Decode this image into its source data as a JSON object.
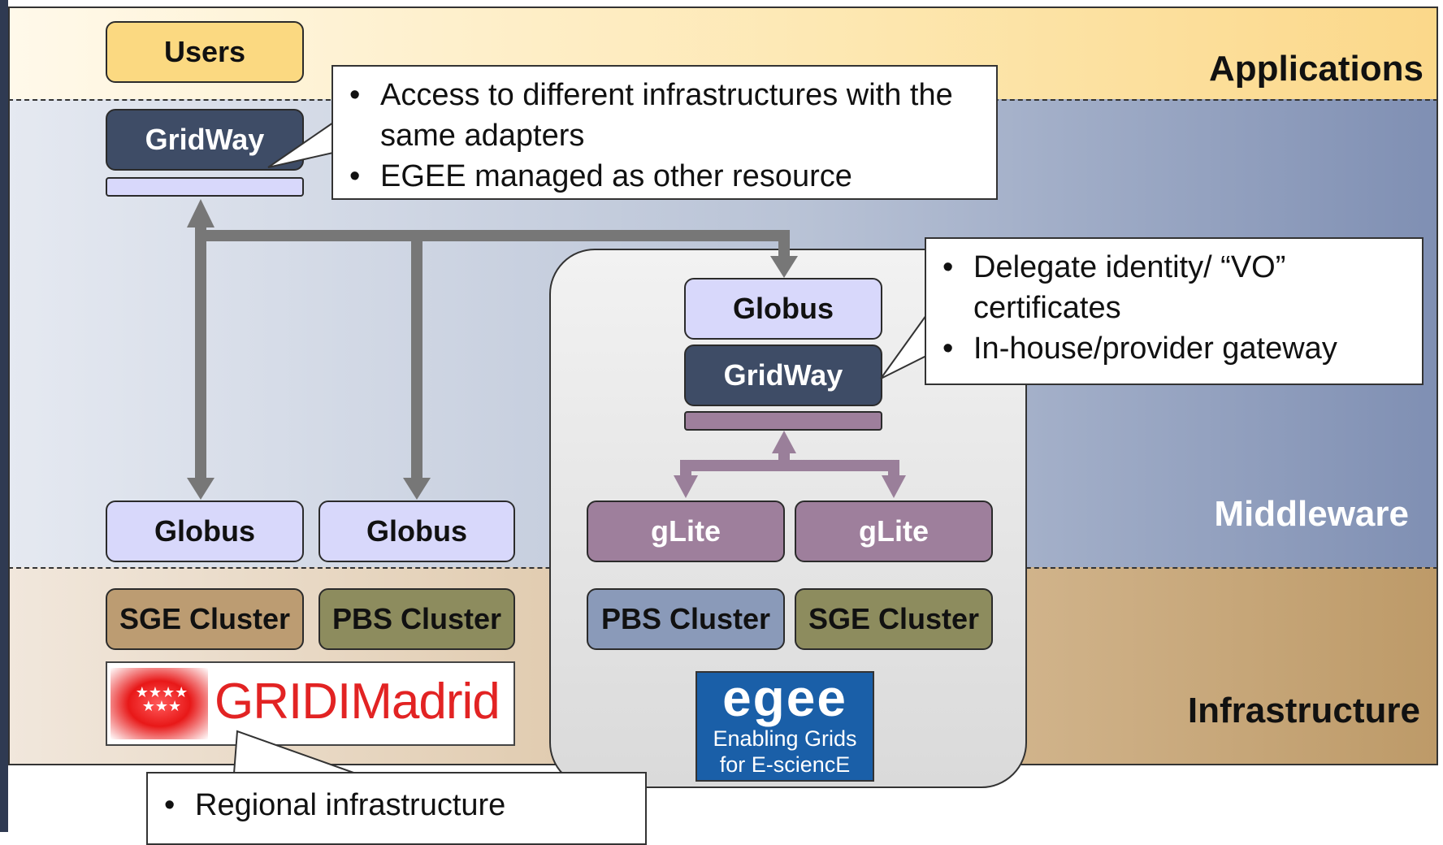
{
  "layers": {
    "applications": "Applications",
    "middleware": "Middleware",
    "infrastructure": "Infrastructure"
  },
  "users": "Users",
  "left_stack": {
    "gridway": "GridWay",
    "globus_1": "Globus",
    "globus_2": "Globus",
    "sge_cluster": "SGE Cluster",
    "pbs_cluster": "PBS Cluster",
    "gridimadrid_logo": "GRIDIMadrid"
  },
  "egee_stack": {
    "globus": "Globus",
    "gridway": "GridWay",
    "glite_1": "gLite",
    "glite_2": "gLite",
    "pbs_cluster": "PBS Cluster",
    "sge_cluster": "SGE Cluster",
    "egee_logo_word": "egee",
    "egee_logo_line1": "Enabling Grids",
    "egee_logo_line2": "for E-sciencE"
  },
  "callouts": {
    "top": [
      "Access to different infrastructures with the same adapters",
      "EGEE managed as other resource"
    ],
    "right": [
      "Delegate identity/ “VO” certificates",
      "In-house/provider gateway"
    ],
    "bottom": [
      "Regional infrastructure"
    ]
  },
  "colors": {
    "applications_band": "#fde29c",
    "middleware_band": "#8393b6",
    "infrastructure_band": "#c29e6e",
    "globus": "#d8d8fb",
    "gridway": "#3e4c66",
    "glite": "#9e7f9c",
    "gray_arrow": "#777777",
    "purple_arrow": "#9a7f9a"
  }
}
